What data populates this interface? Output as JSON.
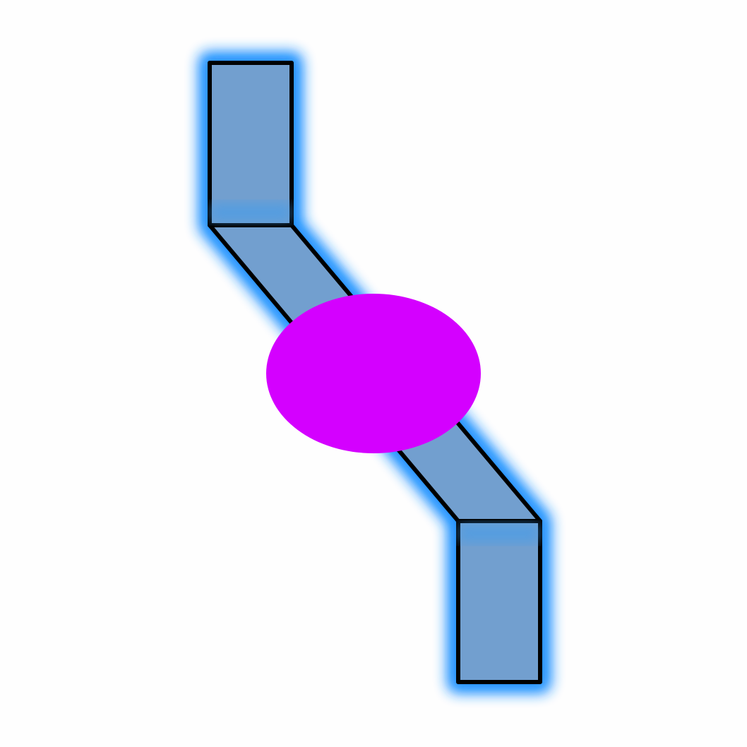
{
  "diagram": {
    "colors": {
      "background": "#fefefe",
      "segment_fill": "#729fcf",
      "segment_stroke": "#000000",
      "glow": "#1e90ff",
      "ellipse_fill": "#d400ff"
    },
    "shapes": [
      {
        "kind": "upper-vertical-segment",
        "color": "segment_fill"
      },
      {
        "kind": "diagonal-segment",
        "color": "segment_fill"
      },
      {
        "kind": "lower-vertical-segment",
        "color": "segment_fill"
      },
      {
        "kind": "ellipse-marker",
        "color": "ellipse_fill"
      }
    ]
  }
}
